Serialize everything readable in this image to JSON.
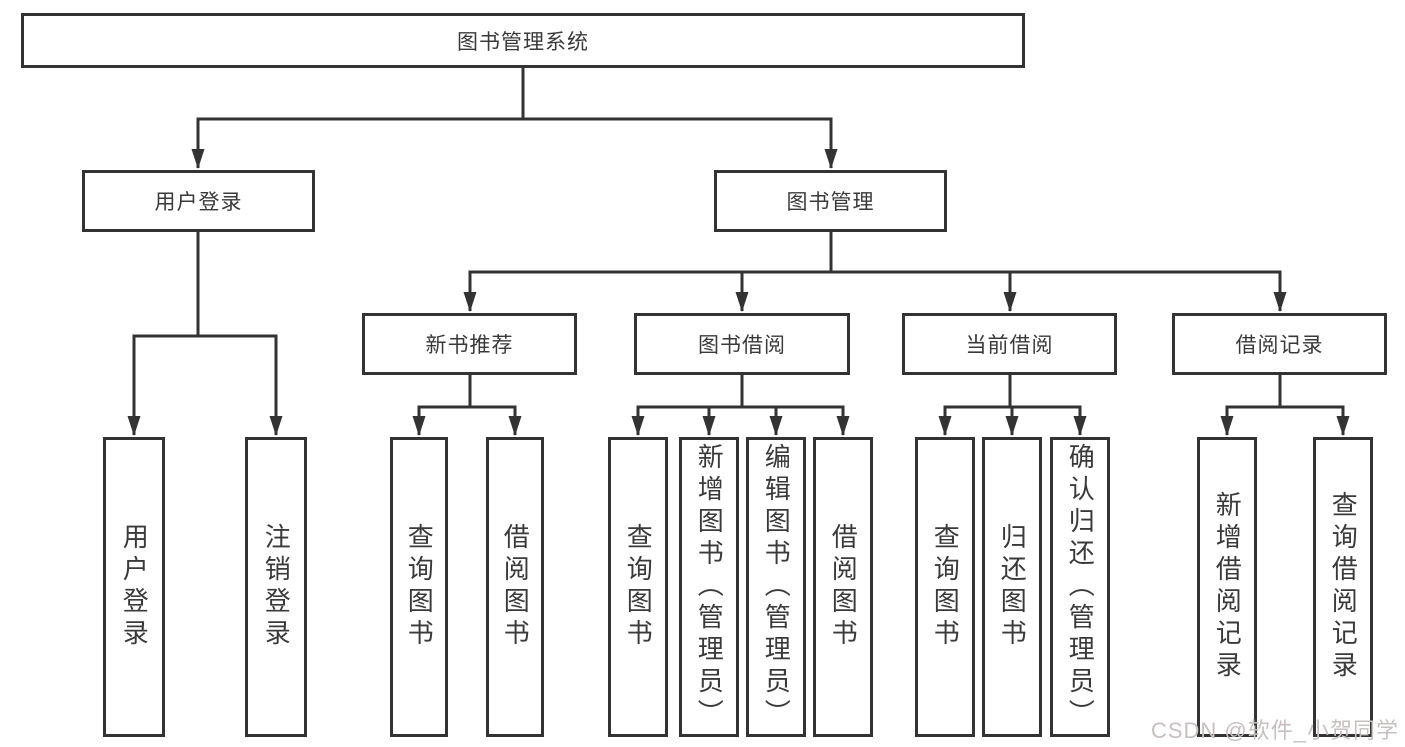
{
  "diagram": {
    "root": "图书管理系统",
    "branches": [
      {
        "label": "用户登录",
        "leaves": [
          "用户登录",
          "注销登录"
        ]
      },
      {
        "label": "图书管理",
        "children": [
          {
            "label": "新书推荐",
            "leaves": [
              "查询图书",
              "借阅图书"
            ]
          },
          {
            "label": "图书借阅",
            "leaves": [
              "查询图书",
              "新增图书（管理员）",
              "编辑图书（管理员）",
              "借阅图书"
            ]
          },
          {
            "label": "当前借阅",
            "leaves": [
              "查询图书",
              "归还图书",
              "确认归还（管理员）"
            ]
          },
          {
            "label": "借阅记录",
            "leaves": [
              "新增借阅记录",
              "查询借阅记录"
            ]
          }
        ]
      }
    ]
  },
  "watermark": "CSDN @软件_小贺同学",
  "colors": {
    "line": "#333333",
    "text": "#3a3a3a",
    "background": "#ffffff",
    "watermark": "#c8bfbf"
  }
}
